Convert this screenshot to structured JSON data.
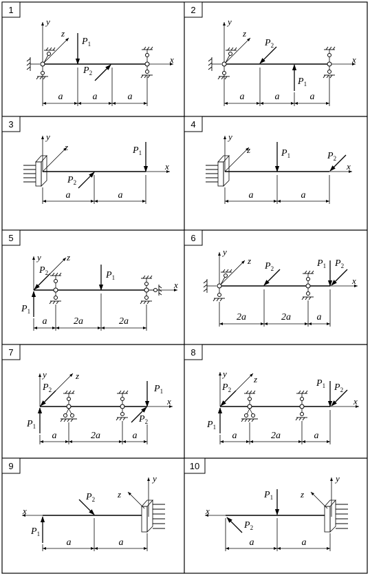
{
  "panels": [
    {
      "number": "1",
      "labels": {
        "x": "x",
        "y": "y",
        "z": "z",
        "P1": "P",
        "P1_sub": "1",
        "P2": "P",
        "P2_sub": "2"
      },
      "dims": [
        "a",
        "a",
        "a"
      ]
    },
    {
      "number": "2",
      "labels": {
        "x": "x",
        "y": "y",
        "z": "z",
        "P1": "P",
        "P1_sub": "1",
        "P2": "P",
        "P2_sub": "2"
      },
      "dims": [
        "a",
        "a",
        "a"
      ]
    },
    {
      "number": "3",
      "labels": {
        "x": "x",
        "y": "y",
        "z": "z",
        "P1": "P",
        "P1_sub": "1",
        "P2": "P",
        "P2_sub": "2"
      },
      "dims": [
        "a",
        "a"
      ]
    },
    {
      "number": "4",
      "labels": {
        "x": "x",
        "y": "y",
        "z": "z",
        "P1": "P",
        "P1_sub": "1",
        "P2": "P",
        "P2_sub": "2"
      },
      "dims": [
        "a",
        "a"
      ]
    },
    {
      "number": "5",
      "labels": {
        "x": "x",
        "y": "y",
        "z": "z",
        "P1": "P",
        "P1_sub": "1",
        "P2": "P",
        "P2_sub": "2",
        "P1b": "P",
        "P1b_sub": "1"
      },
      "dims": [
        "a",
        "2a",
        "2a"
      ]
    },
    {
      "number": "6",
      "labels": {
        "x": "x",
        "y": "y",
        "z": "z",
        "P1": "P",
        "P1_sub": "1",
        "P2": "P",
        "P2_sub": "2",
        "P2b": "P",
        "P2b_sub": "2"
      },
      "dims": [
        "2a",
        "2a",
        "a"
      ]
    },
    {
      "number": "7",
      "labels": {
        "x": "x",
        "y": "y",
        "z": "z",
        "P1": "P",
        "P1_sub": "1",
        "P2": "P",
        "P2_sub": "2",
        "P1b": "P",
        "P1b_sub": "1",
        "P2b": "P",
        "P2b_sub": "2"
      },
      "dims": [
        "a",
        "2a",
        "a"
      ]
    },
    {
      "number": "8",
      "labels": {
        "x": "x",
        "y": "y",
        "z": "z",
        "P1": "P",
        "P1_sub": "1",
        "P2": "P",
        "P2_sub": "2",
        "P1b": "P",
        "P1b_sub": "1",
        "P2b": "P",
        "P2b_sub": "2"
      },
      "dims": [
        "a",
        "2a",
        "a"
      ]
    },
    {
      "number": "9",
      "labels": {
        "x": "x",
        "y": "y",
        "z": "z",
        "P1": "P",
        "P1_sub": "1",
        "P2": "P",
        "P2_sub": "2"
      },
      "dims": [
        "a",
        "a"
      ]
    },
    {
      "number": "10",
      "labels": {
        "x": "x",
        "y": "y",
        "z": "z",
        "P1": "P",
        "P1_sub": "1",
        "P2": "P",
        "P2_sub": "2"
      },
      "dims": [
        "a",
        "a"
      ]
    }
  ]
}
